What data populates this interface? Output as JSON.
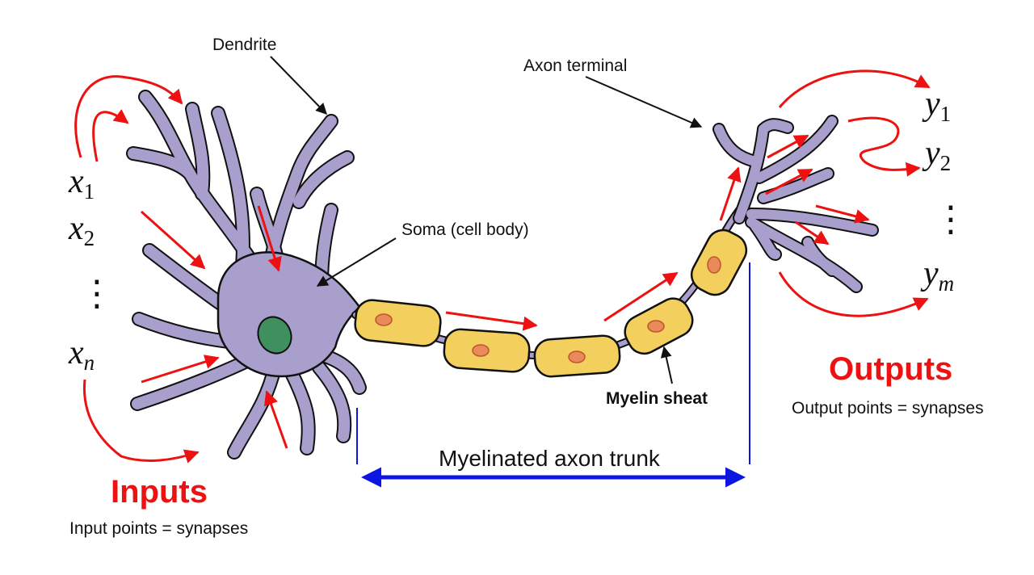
{
  "labels": {
    "dendrite": "Dendrite",
    "axon_terminal": "Axon terminal",
    "soma": "Soma (cell body)",
    "myelin_sheath": "Myelin sheat",
    "axon_trunk": "Myelinated axon trunk",
    "inputs_title": "Inputs",
    "inputs_subtitle": "Input points = synapses",
    "outputs_title": "Outputs",
    "outputs_subtitle": "Output points = synapses"
  },
  "inputs": {
    "x1": {
      "base": "x",
      "sub": "1"
    },
    "x2": {
      "base": "x",
      "sub": "2"
    },
    "dots": "⋮",
    "xn": {
      "base": "x",
      "sub": "n"
    }
  },
  "outputs": {
    "y1": {
      "base": "y",
      "sub": "1"
    },
    "y2": {
      "base": "y",
      "sub": "2"
    },
    "dots": "⋮",
    "ym": {
      "base": "y",
      "sub": "m"
    }
  },
  "colors": {
    "neuron_body": "#a99fcd",
    "nucleus": "#3f8f5f",
    "myelin": "#f3cf5e",
    "myelin_node": "#e98a5a",
    "signal_arrow": "#ee1111",
    "trunk_arrow": "#0b16e0",
    "title_red": "#ee1111",
    "outline": "#111111"
  }
}
